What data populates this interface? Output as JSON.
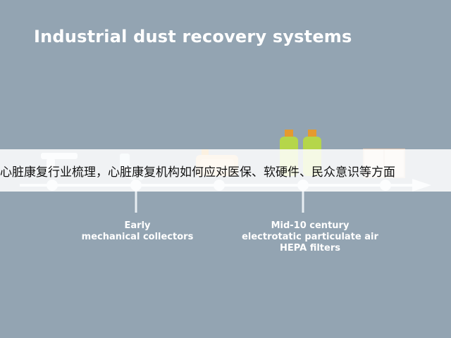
{
  "title": "Industrial dust recovery systems",
  "timeline": {
    "milestones": [
      {
        "label": "Early\nmechanical collectors",
        "icon": "mechanical-collector-icon"
      },
      {
        "label": "Mid-10 century\nelectrotatic particulate air\nHEPA filters",
        "icon": "hepa-filter-bottles-icon"
      }
    ],
    "early_label": "Early\nmechanical collectors",
    "mid_label": "Mid-10 century\nelectrotatic particulate air\nHEPA filters"
  },
  "banner": {
    "text": "心脏康复行业梳理，心脏康复机构如何应对医保、软硬件、民众意识等方面"
  },
  "colors": {
    "background": "#93a4b2",
    "timeline": "#e8eef3",
    "bottle_body": "#b5d64a",
    "bottle_cap": "#e59a2f",
    "banner_bg": "#ffffff"
  }
}
